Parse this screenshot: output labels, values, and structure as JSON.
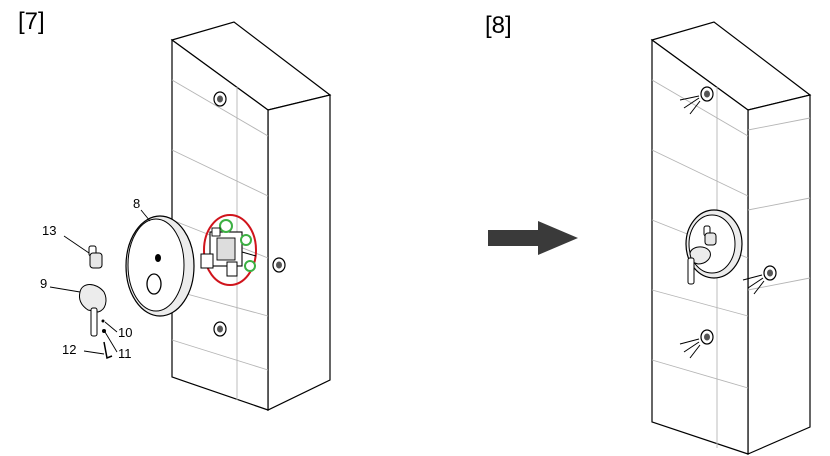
{
  "steps": [
    {
      "label": "[7]"
    },
    {
      "label": "[8]"
    }
  ],
  "callouts": [
    {
      "label": "8"
    },
    {
      "label": "13"
    },
    {
      "label": "9"
    },
    {
      "label": "10"
    },
    {
      "label": "11"
    },
    {
      "label": "12"
    }
  ],
  "colors": {
    "outline": "#000000",
    "tile_grid": "#b5b5b5",
    "valve_ring": "#d0141c",
    "valve_ports": "#3cb043",
    "arrow": "#3a3a3a"
  }
}
